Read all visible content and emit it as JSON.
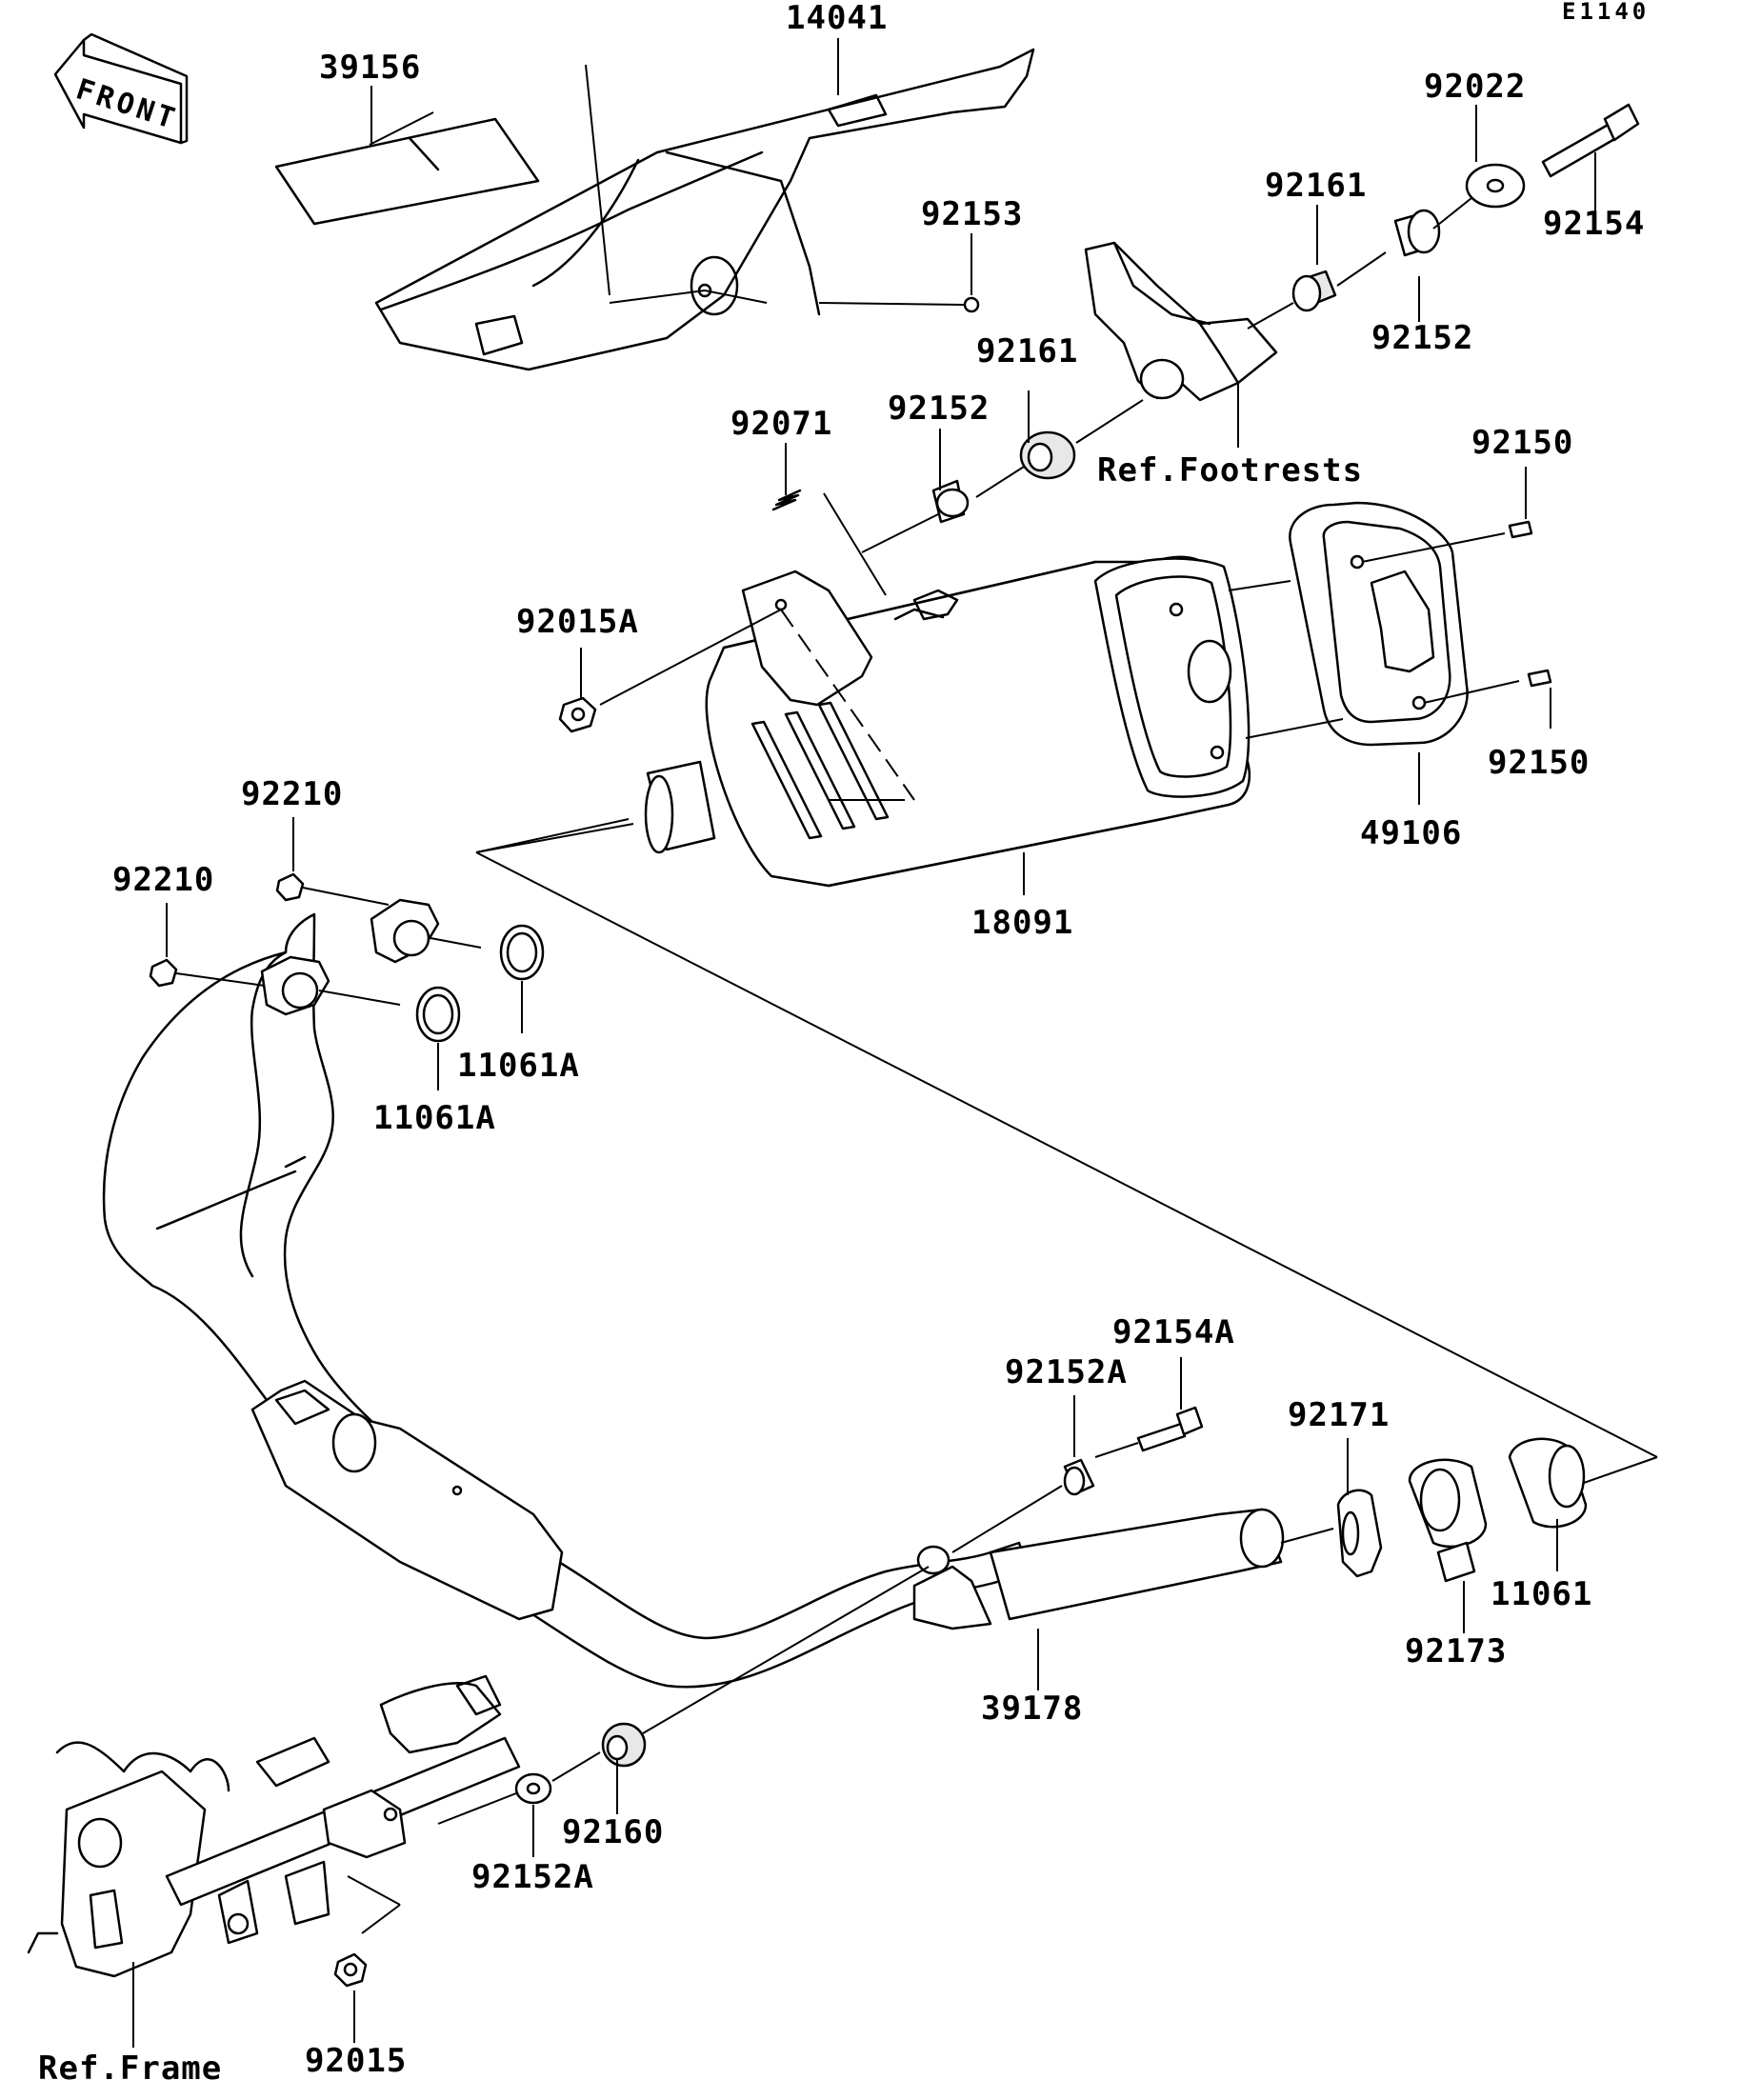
{
  "diagram_code": "E1140",
  "front_label": "FRONT",
  "parts": {
    "p14041": "14041",
    "p39156": "39156",
    "p92022": "92022",
    "p92154": "92154",
    "p92161_top": "92161",
    "p92153": "92153",
    "p92152_top": "92152",
    "p92161_mid": "92161",
    "p92152_mid": "92152",
    "p92071": "92071",
    "ref_footrests": "Ref.Footrests",
    "p92150_top": "92150",
    "p92015A": "92015A",
    "p92150_bot": "92150",
    "p49106": "49106",
    "p92210_top": "92210",
    "p92210_left": "92210",
    "p18091": "18091",
    "p11061A_right": "11061A",
    "p11061A_left": "11061A",
    "p92154A": "92154A",
    "p92152A_top": "92152A",
    "p92171": "92171",
    "p11061": "11061",
    "p92173": "92173",
    "p39178": "39178",
    "p92160": "92160",
    "p92152A_bot": "92152A",
    "p92015": "92015",
    "ref_frame": "Ref.Frame"
  },
  "icons": [
    "front-arrow-icon"
  ]
}
